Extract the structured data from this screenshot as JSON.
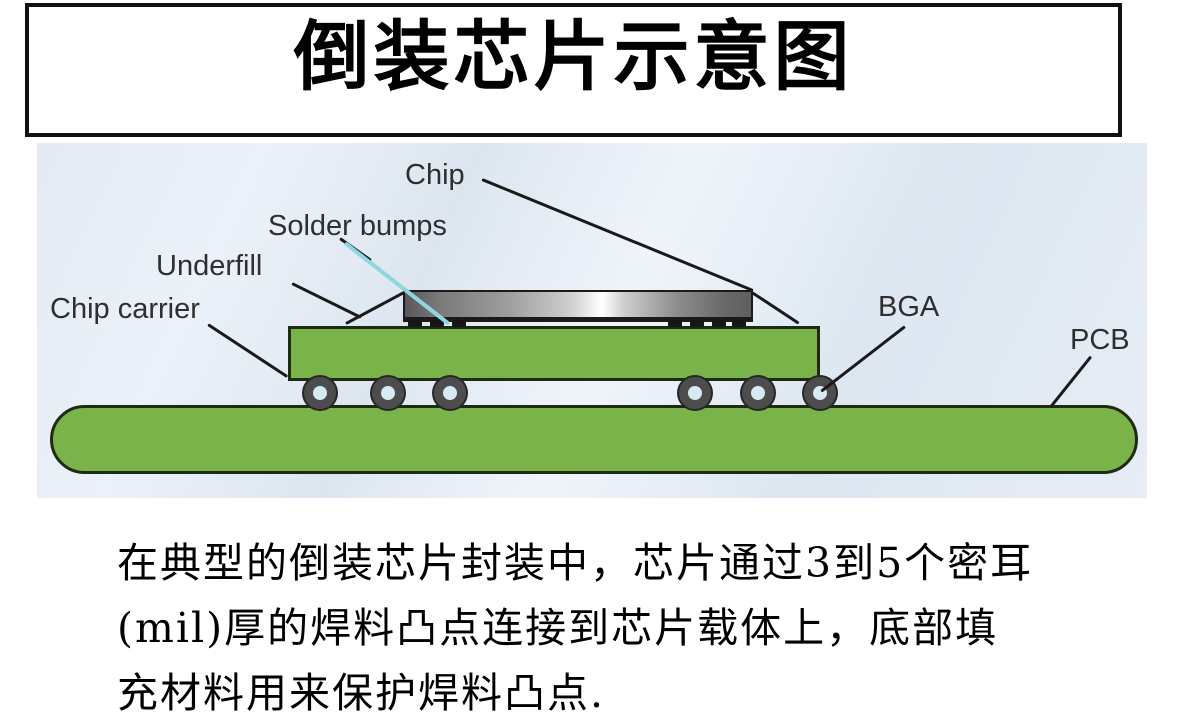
{
  "title": "倒装芯片示意图",
  "diagram": {
    "labels": {
      "chip": "Chip",
      "solder_bumps": "Solder bumps",
      "underfill": "Underfill",
      "chip_carrier": "Chip carrier",
      "bga": "BGA",
      "pcb": "PCB"
    },
    "colors": {
      "board_green": "#7ab34a",
      "chip_gray_gradient": [
        "#585858",
        "#ffffff",
        "#5f5f5f"
      ],
      "solder_pointer_cyan": "#8ed7e1",
      "ball_ring_gray": "#4d4d4d",
      "ball_fill_blue": "#d6eaf3",
      "background_blue": "#e3eaf3",
      "line_black": "#1a1a1a"
    }
  },
  "caption": {
    "lines": [
      "在典型的倒装芯片封装中，芯片通过3到5个密耳",
      "(mil)厚的焊料凸点连接到芯片载体上，底部填",
      "充材料用来保护焊料凸点."
    ]
  }
}
